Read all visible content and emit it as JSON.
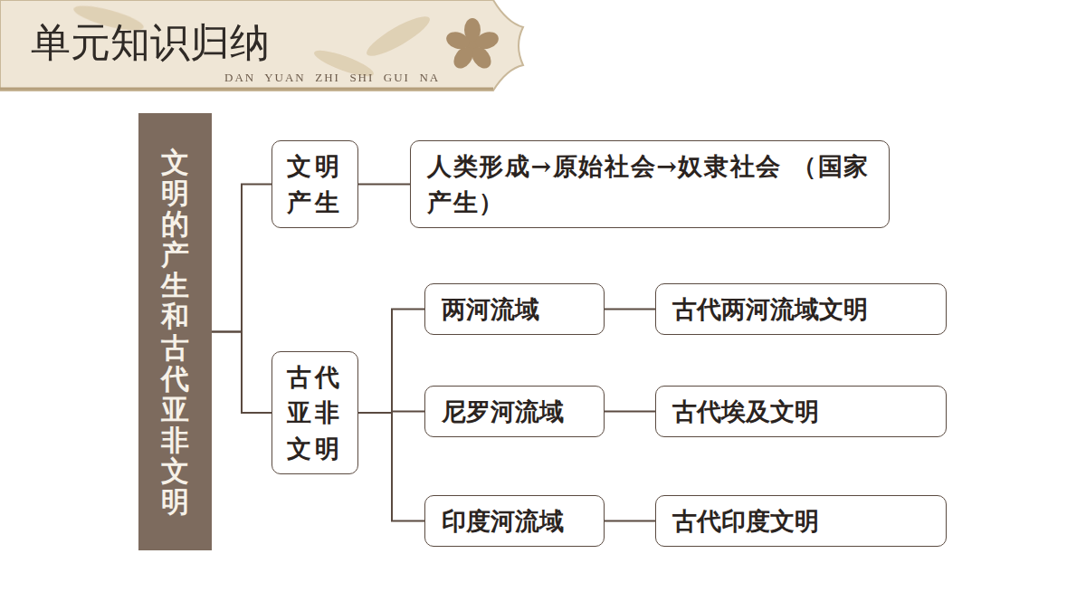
{
  "diagram": {
    "title": "单元知识归纳",
    "nodes": [
      {
        "text": [
          "文明的产生和古代亚非文明"
        ]
      },
      {
        "text": [
          "文明产生"
        ]
      },
      {
        "text": [
          "人类形成→原始社会→奴隶社会 （国家产生）"
        ]
      },
      {
        "text": [
          "古代亚非文明"
        ]
      },
      {
        "text": [
          "两河流域"
        ]
      },
      {
        "text": [
          "古代两河流域文明"
        ]
      },
      {
        "text": [
          "尼罗河流域"
        ]
      },
      {
        "text": [
          "古代埃及文明"
        ]
      },
      {
        "text": [
          "印度河流域"
        ]
      },
      {
        "text": [
          "古代印度文明"
        ]
      }
    ],
    "edges": [
      {
        "from": 0,
        "to": 1,
        "arrow": "none"
      },
      {
        "from": 0,
        "to": 3,
        "arrow": "none"
      },
      {
        "from": 1,
        "to": 2,
        "arrow": "none"
      },
      {
        "from": 3,
        "to": 4,
        "arrow": "none"
      },
      {
        "from": 3,
        "to": 6,
        "arrow": "none"
      },
      {
        "from": 3,
        "to": 8,
        "arrow": "none"
      },
      {
        "from": 4,
        "to": 5,
        "arrow": "none"
      },
      {
        "from": 6,
        "to": 7,
        "arrow": "none"
      },
      {
        "from": 8,
        "to": 9,
        "arrow": "none"
      }
    ],
    "labels": [
      "DAN  YUAN  ZHI  SHI  GUI  NA"
    ]
  }
}
